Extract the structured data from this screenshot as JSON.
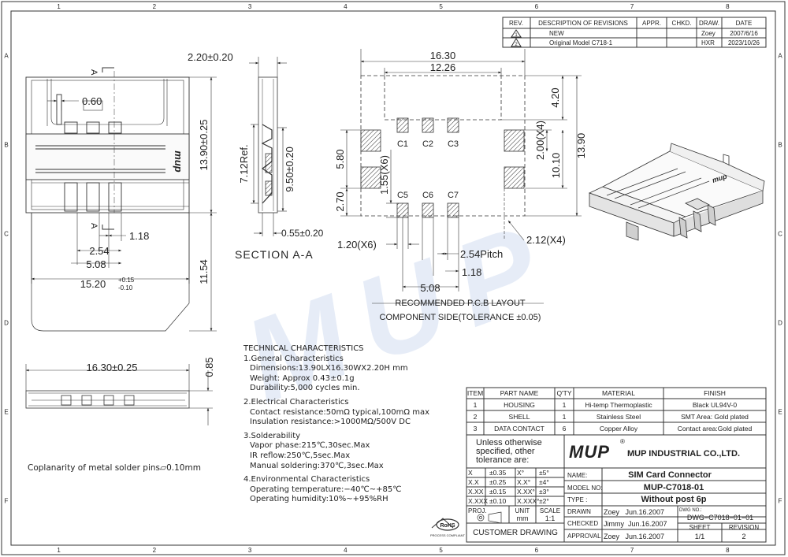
{
  "frame": {
    "col_marks": [
      "1",
      "2",
      "3",
      "4",
      "5",
      "6",
      "7",
      "8"
    ],
    "row_marks": [
      "A",
      "B",
      "C",
      "D",
      "E",
      "F"
    ]
  },
  "revision_table": {
    "headers": [
      "REV.",
      "DESCRIPTION OF REVISIONS",
      "APPR.",
      "CHKD.",
      "DRAW.",
      "DATE"
    ],
    "rows": [
      {
        "rev": "1",
        "desc": "NEW",
        "appr": "",
        "chkd": "",
        "draw": "Zoey",
        "date": "2007/6/16"
      },
      {
        "rev": "2",
        "desc": "Original Model C718-1",
        "appr": "",
        "chkd": "",
        "draw": "HXR",
        "date": "2023/10/26"
      }
    ]
  },
  "views": {
    "top_view": {
      "dims": {
        "d060": "0.60",
        "d118": "1.18",
        "d254": "2.54",
        "d508": "5.08",
        "d1520": "15.20",
        "d1520_tol_top": "+0.15",
        "d1520_tol_bot": "-0.10",
        "d1390": "13.90±0.25",
        "d1154": "11.54"
      },
      "section_mark": "A"
    },
    "section": {
      "title": "SECTION A-A",
      "dims": {
        "d220": "2.20±0.20",
        "d712": "7.12Ref.",
        "d950": "9.50±0.20",
        "d055": "0.55±0.20"
      }
    },
    "pcb_layout": {
      "dims": {
        "d1630": "16.30",
        "d1226": "12.26",
        "d420": "4.20",
        "d200": "2.00(X4)",
        "d1390": "13.90",
        "d1010": "10.10",
        "d580": "5.80",
        "d155": "1.55(X6)",
        "d270": "2.70",
        "d212": "2.12(X4)",
        "d120": "1.20(X6)",
        "d254p": "2.54Pitch",
        "d118": "1.18",
        "d508": "5.08"
      },
      "contacts": [
        "C1",
        "C2",
        "C3",
        "C5",
        "C6",
        "C7"
      ],
      "caption_line1": "RECOMMENDED P.C.B LAYOUT",
      "caption_line2": "COMPONENT SIDE(TOLERANCE ±0.05)"
    },
    "front_view": {
      "dims": {
        "d1630": "16.30±0.25",
        "d085": "0.85"
      }
    }
  },
  "technical": {
    "title": "TECHNICAL CHARACTERISTICS",
    "sections": [
      {
        "heading": "1.General Characteristics",
        "items": [
          "Dimensions:13.90LX16.30WX2.20H mm",
          "Weight: Approx 0.43±0.1g",
          "Durability:5,000 cycles min."
        ]
      },
      {
        "heading": "2.Electrical Characteristics",
        "items": [
          "Contact resistance:50mΩ typical,100mΩ max",
          "Insulation resistance:>1000MΩ/500V DC"
        ]
      },
      {
        "heading": "3.Solderability",
        "items": [
          "Vapor phase:215℃,30sec.Max",
          "IR reflow:250℃,5sec.Max",
          "Manual soldering:370℃,3sec.Max"
        ]
      },
      {
        "heading": "4.Environmental Characteristics",
        "items": [
          "Operating temperature:−40℃~+85℃",
          "Operating humidity:10%~+95%RH"
        ]
      }
    ]
  },
  "coplanarity_note": "Coplanarity of metal solder pins⏥0.10mm",
  "bom": {
    "headers": [
      "ITEM",
      "PART NAME",
      "Q'TY",
      "MATERIAL",
      "FINISH"
    ],
    "rows": [
      [
        "1",
        "HOUSING",
        "1",
        "Hi-temp Thermoplastic",
        "Black UL94V-0"
      ],
      [
        "2",
        "SHELL",
        "1",
        "Stainless Steel",
        "SMT Area: Gold plated"
      ],
      [
        "3",
        "DATA CONTACT",
        "6",
        "Copper Alloy",
        "Contact area:Gold plated"
      ]
    ]
  },
  "title_block": {
    "tol_note_1": "Unless otherwise",
    "tol_note_2": "specified, other",
    "tol_note_3": "tolerance are:",
    "tolerances": [
      [
        "X",
        "±0.35",
        "X°",
        "±5°"
      ],
      [
        "X.X",
        "±0.25",
        "X.X°",
        "±4°"
      ],
      [
        "X.XX",
        "±0.15",
        "X.XX°",
        "±3°"
      ],
      [
        "X.XXX",
        "±0.10",
        "X.XXX°",
        "±2°"
      ]
    ],
    "logo": "MUP",
    "company": "MUP INDUSTRIAL CO.,LTD.",
    "name_label": "NAME:",
    "name_value": "SIM Card Connector",
    "model_label": "MODEL NO:",
    "model_value": "MUP-C7018-01",
    "type_label": "TYPE :",
    "type_value": "Without post 6p",
    "proj_label": "PROJ.",
    "unit_label": "UNIT",
    "unit_value": "mm",
    "scale_label": "SCALE",
    "scale_value": "1:1",
    "rohs": "RoHS",
    "rohs_sub": "PROCESS COMPLIANT",
    "customer": "CUSTOMER DRAWING",
    "drawn_label": "DRAWN",
    "drawn_value": "Zoey   Jun.16.2007",
    "checked_label": "CHECKED",
    "checked_value": "Jimmy  Jun.16.2007",
    "approval_label": "APPROVAL",
    "approval_value": "Zoey   Jun.16.2007",
    "dwg_label": "DWG NO.:",
    "dwg_value": "DWG−C7018−01−01",
    "sheet_label": "SHEET",
    "sheet_value": "1/1",
    "rev_label": "REVISION",
    "rev_value": "2"
  },
  "watermark": "MUP"
}
